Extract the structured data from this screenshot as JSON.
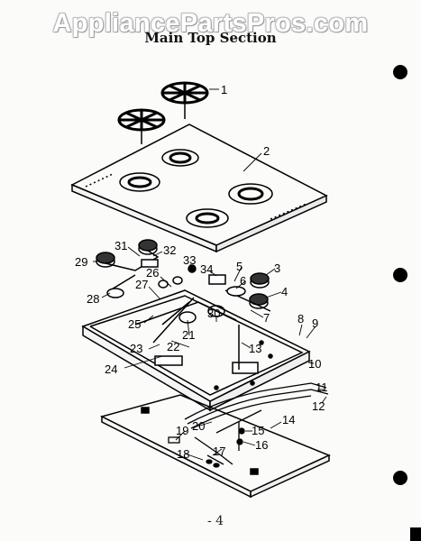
{
  "watermark": "AppliancePartsPros.com",
  "title": "Main Top Section",
  "footer": "- 4",
  "callouts": {
    "c1": "1",
    "c2": "2",
    "c3": "3",
    "c4": "4",
    "c5": "5",
    "c6": "6",
    "c7": "7",
    "c8": "8",
    "c9": "9",
    "c10": "10",
    "c11": "11",
    "c12": "12",
    "c13": "13",
    "c14": "14",
    "c15": "15",
    "c16": "16",
    "c17": "17",
    "c18": "18",
    "c19": "19",
    "c20": "20",
    "c21": "21",
    "c22": "22",
    "c23": "23",
    "c24": "24",
    "c25": "25",
    "c26": "26",
    "c27": "27",
    "c28": "28",
    "c29": "29",
    "c30": "30",
    "c31": "31",
    "c32": "32",
    "c33": "33",
    "c34": "34"
  }
}
